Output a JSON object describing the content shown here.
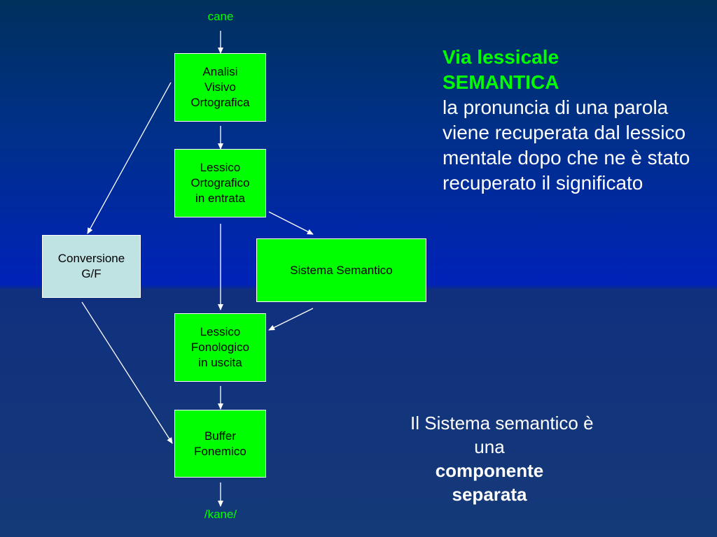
{
  "input_label": "cane",
  "output_label": "/kane/",
  "boxes": {
    "analisi": "Analisi\nVisivo\nOrtografica",
    "lessico_ortografico": "Lessico\nOrtografico\nin entrata",
    "sistema_semantico": "Sistema Semantico",
    "conversione": "Conversione\nG/F",
    "lessico_fonologico": "Lessico\nFonologico\nin uscita",
    "buffer": "Buffer\nFonemico"
  },
  "side_panel": {
    "title_line1": "Via lessicale",
    "title_line2": "SEMANTICA",
    "body": "la pronuncia di una parola viene recuperata dal lessico mentale dopo che ne è stato recuperato il significato"
  },
  "note": {
    "line1": "Il Sistema semantico è",
    "line2": "una",
    "bold": "componente separata"
  },
  "colors": {
    "box_fill": "#00ff00",
    "conversion_fill": "#bfe3e3",
    "arrow": "#ffffff",
    "title": "#00ff00"
  }
}
